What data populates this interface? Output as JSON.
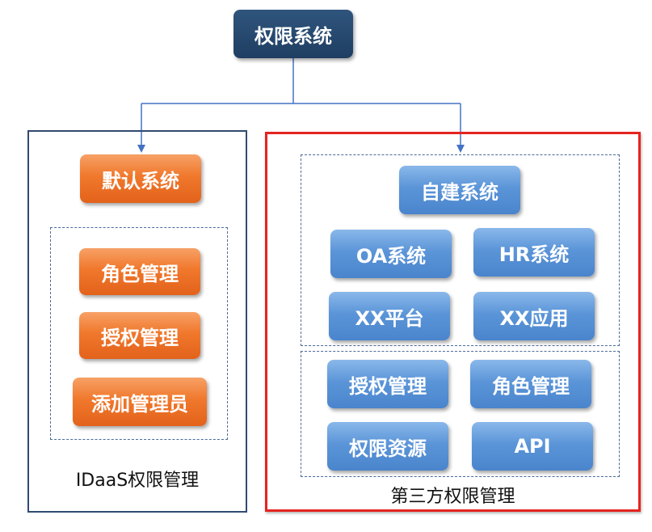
{
  "root": {
    "label": "权限系统"
  },
  "left_panel": {
    "caption": "IDaaS权限管理",
    "default_system": "默认系统",
    "items": [
      "角色管理",
      "授权管理",
      "添加管理员"
    ]
  },
  "right_panel": {
    "caption": "第三方权限管理",
    "self_built": "自建系统",
    "systems": [
      "OA系统",
      "HR系统",
      "XX平台",
      "XX应用"
    ],
    "features": [
      "授权管理",
      "角色管理",
      "权限资源",
      "API"
    ]
  },
  "colors": {
    "root": "#1f3e62",
    "orange": "#f0782c",
    "blue": "#5b95d8",
    "left_border": "#304a72",
    "right_border": "#e52420",
    "connector": "#4472c4"
  }
}
